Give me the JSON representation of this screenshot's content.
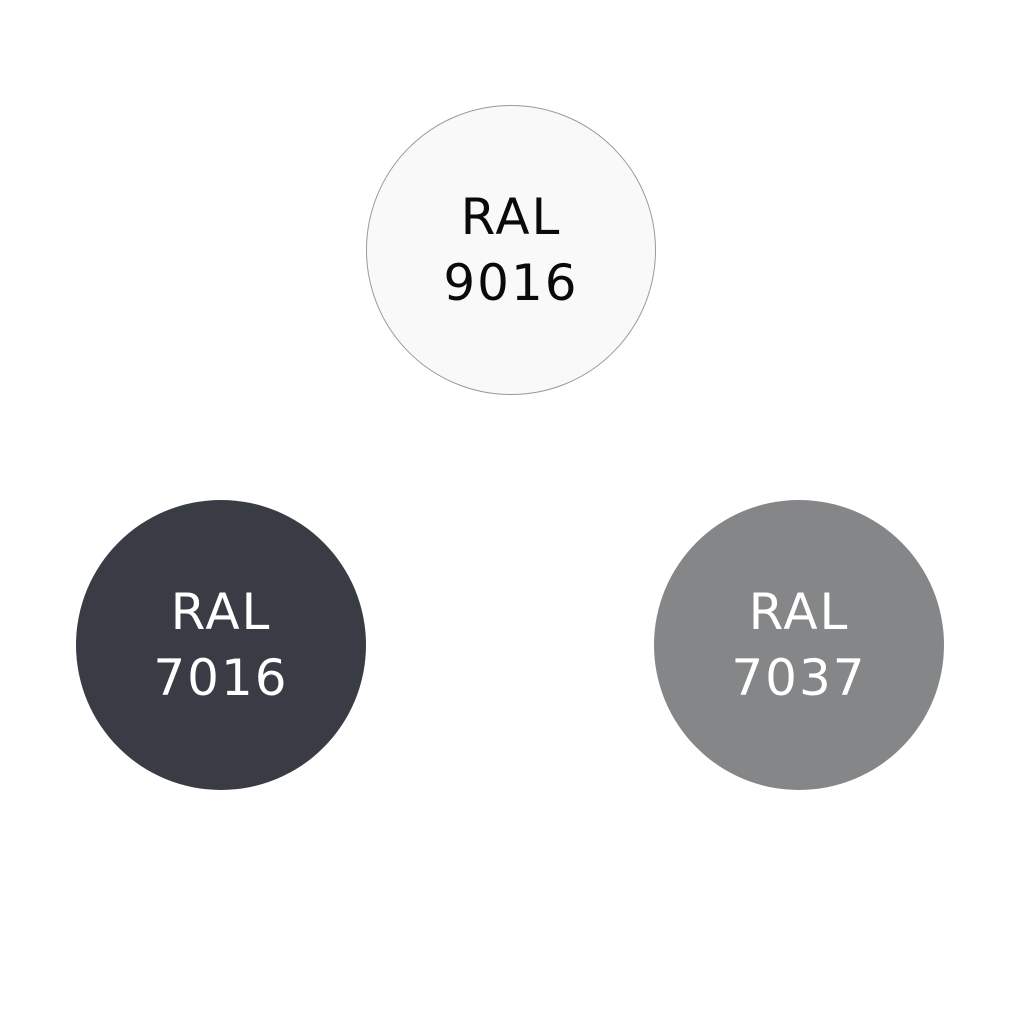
{
  "swatches": [
    {
      "label": "RAL",
      "code": "9016",
      "fill_color": "#f9f9f9",
      "text_color": "#0a0a0a"
    },
    {
      "label": "RAL",
      "code": "7016",
      "fill_color": "#393c45",
      "text_color": "#ffffff"
    },
    {
      "label": "RAL",
      "code": "7037",
      "fill_color": "#858688",
      "text_color": "#ffffff"
    }
  ]
}
